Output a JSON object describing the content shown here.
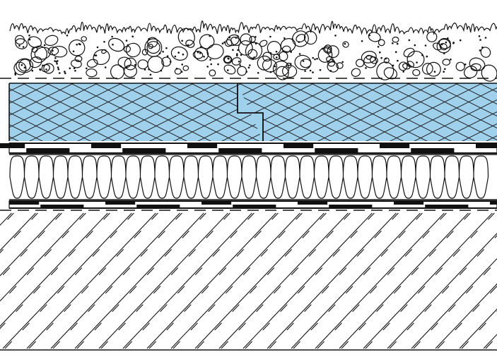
{
  "colors": {
    "background": "#ffffff",
    "ink": "#111111",
    "insulation_fill": "#9fd0ec",
    "membrane_dark": "#111111"
  },
  "layers": [
    {
      "key": "substrate-soil",
      "pattern": "grass-and-pebbles"
    },
    {
      "key": "separation-line-top",
      "pattern": "dashed-line"
    },
    {
      "key": "xps-insulation-board",
      "pattern": "diamond-crosshatch",
      "fill_color": "#9fd0ec"
    },
    {
      "key": "membrane-upper",
      "pattern": "alternating-black-white-strip"
    },
    {
      "key": "thermal-insulation-wool",
      "pattern": "wool-loops"
    },
    {
      "key": "membrane-lower",
      "pattern": "alternating-black-white-strip"
    },
    {
      "key": "separation-line-bottom",
      "pattern": "dashed-line"
    },
    {
      "key": "concrete-deck",
      "pattern": "diagonal-hatch"
    }
  ]
}
